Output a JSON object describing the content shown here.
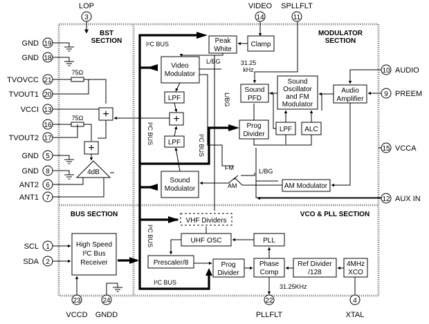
{
  "sections": {
    "bst": [
      "BST",
      "SECTION"
    ],
    "modulator": [
      "MODULATOR",
      "SECTION"
    ],
    "bus": "BUS SECTION",
    "vco_pll": "VCO & PLL SECTION"
  },
  "pins": {
    "lop": {
      "label": "LOP",
      "num": "3"
    },
    "video": {
      "label": "VIDEO",
      "num": "14"
    },
    "spllflt": {
      "label": "SPLLFLT",
      "num": "11"
    },
    "gnd19": {
      "label": "GND",
      "num": "19"
    },
    "gnd18": {
      "label": "GND",
      "num": "18"
    },
    "tvovcc": {
      "label": "TVOVCC",
      "num": "21"
    },
    "tvout1": {
      "label": "TVOUT1",
      "num": "20"
    },
    "vcci": {
      "label": "VCCI",
      "num": "13"
    },
    "p16": {
      "label": "",
      "num": "16"
    },
    "tvout2": {
      "label": "TVOUT2",
      "num": "17"
    },
    "gnd5": {
      "label": "GND",
      "num": "5"
    },
    "gnd8": {
      "label": "GND",
      "num": "8"
    },
    "ant2": {
      "label": "ANT2",
      "num": "6"
    },
    "ant1": {
      "label": "ANT1",
      "num": "7"
    },
    "audio": {
      "label": "AUDIO",
      "num": "10"
    },
    "preem": {
      "label": "PREEM",
      "num": "9"
    },
    "vcca": {
      "label": "VCCA",
      "num": "15"
    },
    "auxin": {
      "label": "AUX IN",
      "num": "12"
    },
    "scl": {
      "label": "SCL",
      "num": "1"
    },
    "sda": {
      "label": "SDA",
      "num": "2"
    },
    "vccd": {
      "label": "VCCD",
      "num": "23"
    },
    "gndd": {
      "label": "GNDD",
      "num": "24"
    },
    "pllflt": {
      "label": "PLLFLT",
      "num": "22"
    },
    "xtal": {
      "label": "XTAL",
      "num": "4"
    }
  },
  "blocks": {
    "peak_white": [
      "Peak",
      "White"
    ],
    "clamp": "Clamp",
    "video_modulator": [
      "Video",
      "Modulator"
    ],
    "lpf_video": "LPF",
    "lpf_sound": "LPF",
    "sound_modulator": [
      "Sound",
      "Modulator"
    ],
    "sound_pfd": [
      "Sound",
      "PFD"
    ],
    "sound_osc": [
      "Sound",
      "Oscillator",
      "and FM",
      "Modulator"
    ],
    "audio_amp": [
      "Audio",
      "Amplifier"
    ],
    "prog_divider_top": [
      "Prog",
      "Divider"
    ],
    "lpf_fm": "LPF",
    "alc": "ALC",
    "am_modulator": "AM Modulator",
    "vhf_dividers": "VHF Dividers",
    "uhf_osc": "UHF OSC",
    "pll": "PLL",
    "prescaler": "Prescaler/8",
    "prog_divider_bottom": [
      "Prog",
      "Divider"
    ],
    "phase_comp": [
      "Phase",
      "Comp"
    ],
    "ref_divider": [
      "Ref Divider",
      "/128"
    ],
    "xco": [
      "4MHz",
      "XCO"
    ],
    "i2c_receiver": [
      "High Speed",
      "I²C Bus",
      "Receiver"
    ],
    "amp_4db": "4dB",
    "sum1": "+",
    "sum2": "+",
    "sum3": "+"
  },
  "labels": {
    "i2c_bus_top": "I²C BUS",
    "i2c_bus_bottom": "I²C BUS",
    "i2c_bus_left_mid": "I²C BUS",
    "i2c_bus_left_low": "I²C BUS",
    "i2c_bus_sound": "I²C BUS",
    "lbg_top": "L/BG",
    "lbg_vertical": "L/BG",
    "lbg_switch": "L/BG",
    "fm": "FM",
    "am": "AM",
    "freq_top": [
      "31.25",
      "kHz"
    ],
    "freq_bottom": "31.25KHz",
    "res1": "75Ω",
    "res2": "75Ω"
  }
}
